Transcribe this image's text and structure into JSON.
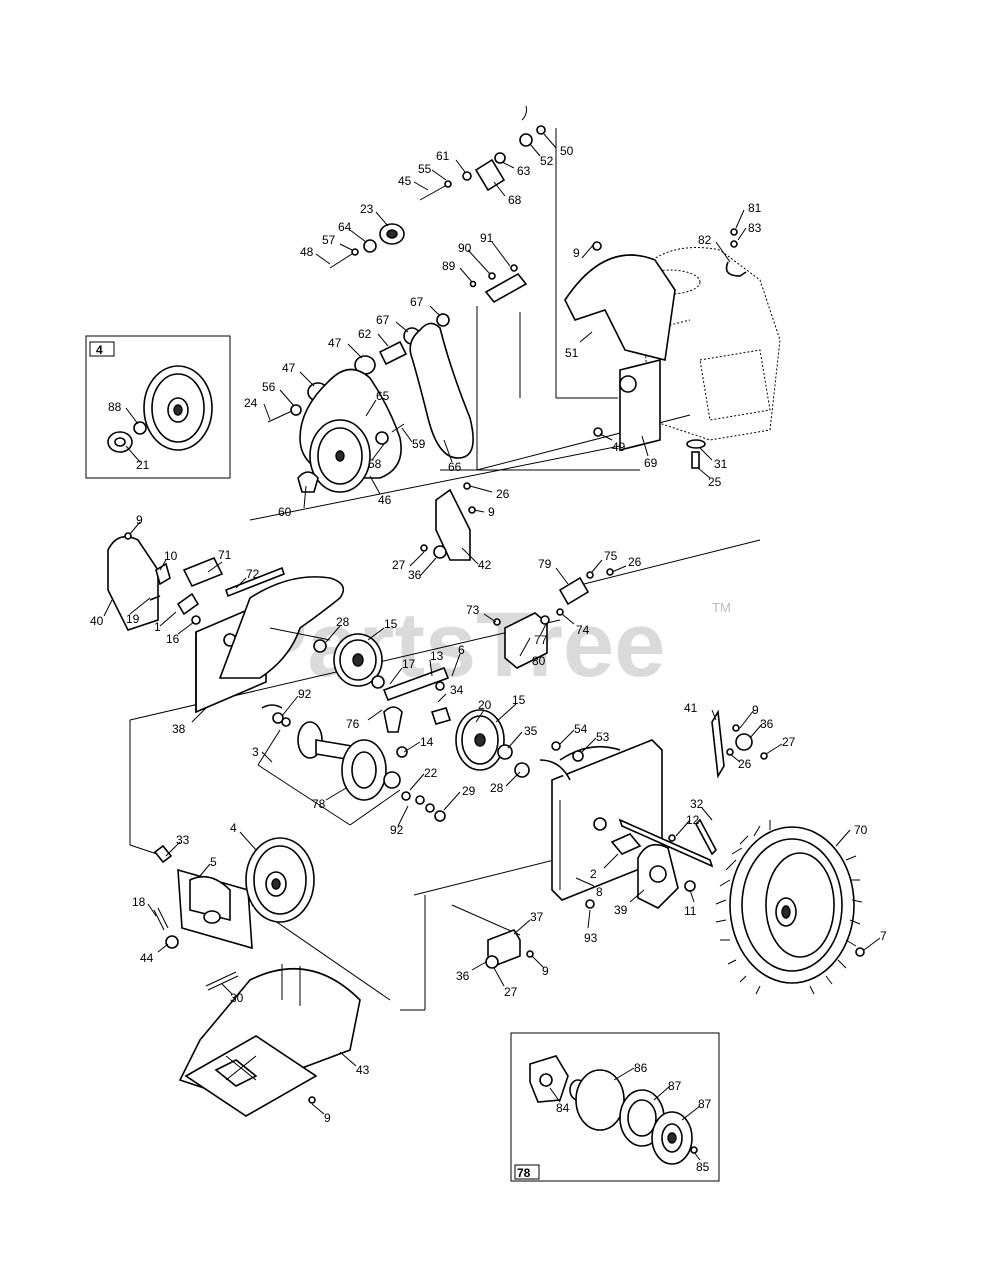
{
  "watermark": {
    "text": "PartsTree",
    "trademark": "TM"
  },
  "inset_boxes": [
    {
      "id": "inset-4",
      "label": "4"
    },
    {
      "id": "inset-78",
      "label": "78"
    }
  ],
  "callouts": [
    {
      "id": "c50",
      "text": "50"
    },
    {
      "id": "c52",
      "text": "52"
    },
    {
      "id": "c63",
      "text": "63"
    },
    {
      "id": "c61",
      "text": "61"
    },
    {
      "id": "c55",
      "text": "55"
    },
    {
      "id": "c45",
      "text": "45"
    },
    {
      "id": "c68",
      "text": "68"
    },
    {
      "id": "c23",
      "text": "23"
    },
    {
      "id": "c64",
      "text": "64"
    },
    {
      "id": "c57",
      "text": "57"
    },
    {
      "id": "c48",
      "text": "48"
    },
    {
      "id": "c90",
      "text": "90"
    },
    {
      "id": "c91",
      "text": "91"
    },
    {
      "id": "c89",
      "text": "89"
    },
    {
      "id": "c9a",
      "text": "9"
    },
    {
      "id": "c81",
      "text": "81"
    },
    {
      "id": "c82",
      "text": "82"
    },
    {
      "id": "c83",
      "text": "83"
    },
    {
      "id": "c67a",
      "text": "67"
    },
    {
      "id": "c67b",
      "text": "67"
    },
    {
      "id": "c51",
      "text": "51"
    },
    {
      "id": "c47a",
      "text": "47"
    },
    {
      "id": "c62",
      "text": "62"
    },
    {
      "id": "c47b",
      "text": "47"
    },
    {
      "id": "c88",
      "text": "88"
    },
    {
      "id": "c21",
      "text": "21"
    },
    {
      "id": "c56",
      "text": "56"
    },
    {
      "id": "c24",
      "text": "24"
    },
    {
      "id": "c65",
      "text": "65"
    },
    {
      "id": "c59",
      "text": "59"
    },
    {
      "id": "c58",
      "text": "58"
    },
    {
      "id": "c66",
      "text": "66"
    },
    {
      "id": "c49",
      "text": "49"
    },
    {
      "id": "c69",
      "text": "69"
    },
    {
      "id": "c31",
      "text": "31"
    },
    {
      "id": "c25",
      "text": "25"
    },
    {
      "id": "c60",
      "text": "60"
    },
    {
      "id": "c46",
      "text": "46"
    },
    {
      "id": "c26a",
      "text": "26"
    },
    {
      "id": "c9b",
      "text": "9"
    },
    {
      "id": "c9c",
      "text": "9"
    },
    {
      "id": "c10",
      "text": "10"
    },
    {
      "id": "c71",
      "text": "71"
    },
    {
      "id": "c72",
      "text": "72"
    },
    {
      "id": "c27a",
      "text": "27"
    },
    {
      "id": "c36a",
      "text": "36"
    },
    {
      "id": "c42",
      "text": "42"
    },
    {
      "id": "c79",
      "text": "79"
    },
    {
      "id": "c75",
      "text": "75"
    },
    {
      "id": "c26b",
      "text": "26"
    },
    {
      "id": "c40",
      "text": "40"
    },
    {
      "id": "c19",
      "text": "19"
    },
    {
      "id": "c1",
      "text": "1"
    },
    {
      "id": "c16",
      "text": "16"
    },
    {
      "id": "c73",
      "text": "73"
    },
    {
      "id": "c77",
      "text": "77"
    },
    {
      "id": "c74",
      "text": "74"
    },
    {
      "id": "c28a",
      "text": "28"
    },
    {
      "id": "c15a",
      "text": "15"
    },
    {
      "id": "c13",
      "text": "13"
    },
    {
      "id": "c6",
      "text": "6"
    },
    {
      "id": "c17",
      "text": "17"
    },
    {
      "id": "c80",
      "text": "80"
    },
    {
      "id": "c34",
      "text": "34"
    },
    {
      "id": "c38",
      "text": "38"
    },
    {
      "id": "c92a",
      "text": "92"
    },
    {
      "id": "c20",
      "text": "20"
    },
    {
      "id": "c15b",
      "text": "15"
    },
    {
      "id": "c76",
      "text": "76"
    },
    {
      "id": "c41",
      "text": "41"
    },
    {
      "id": "c9d",
      "text": "9"
    },
    {
      "id": "c36b",
      "text": "36"
    },
    {
      "id": "c27b",
      "text": "27"
    },
    {
      "id": "c26c",
      "text": "26"
    },
    {
      "id": "c3",
      "text": "3"
    },
    {
      "id": "c14",
      "text": "14"
    },
    {
      "id": "c35",
      "text": "35"
    },
    {
      "id": "c54",
      "text": "54"
    },
    {
      "id": "c53",
      "text": "53"
    },
    {
      "id": "c22",
      "text": "22"
    },
    {
      "id": "c28b",
      "text": "28"
    },
    {
      "id": "c29",
      "text": "29"
    },
    {
      "id": "c78",
      "text": "78"
    },
    {
      "id": "c92b",
      "text": "92"
    },
    {
      "id": "c32",
      "text": "32"
    },
    {
      "id": "c12",
      "text": "12"
    },
    {
      "id": "c70",
      "text": "70"
    },
    {
      "id": "c33",
      "text": "33"
    },
    {
      "id": "c4",
      "text": "4"
    },
    {
      "id": "c5",
      "text": "5"
    },
    {
      "id": "c2",
      "text": "2"
    },
    {
      "id": "c8",
      "text": "8"
    },
    {
      "id": "c39",
      "text": "39"
    },
    {
      "id": "c11",
      "text": "11"
    },
    {
      "id": "c18",
      "text": "18"
    },
    {
      "id": "c44",
      "text": "44"
    },
    {
      "id": "c37",
      "text": "37"
    },
    {
      "id": "c93",
      "text": "93"
    },
    {
      "id": "c7",
      "text": "7"
    },
    {
      "id": "c36c",
      "text": "36"
    },
    {
      "id": "c9e",
      "text": "9"
    },
    {
      "id": "c27c",
      "text": "27"
    },
    {
      "id": "c30",
      "text": "30"
    },
    {
      "id": "c43",
      "text": "43"
    },
    {
      "id": "c9f",
      "text": "9"
    },
    {
      "id": "c86",
      "text": "86"
    },
    {
      "id": "c84",
      "text": "84"
    },
    {
      "id": "c87a",
      "text": "87"
    },
    {
      "id": "c87b",
      "text": "87"
    },
    {
      "id": "c85",
      "text": "85"
    }
  ]
}
